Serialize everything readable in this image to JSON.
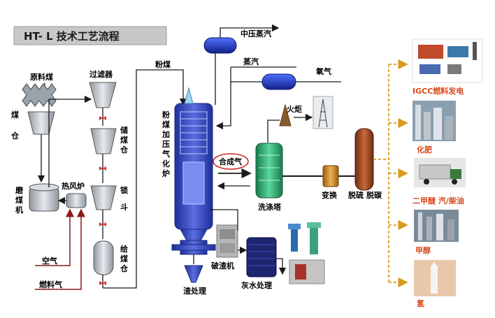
{
  "title": "HT- L 技术工艺流程",
  "labels": {
    "raw_coal": "原料煤",
    "coal_bin_1": "煤",
    "coal_bin_2": "仓",
    "filter": "过滤器",
    "storage_bin": [
      "储",
      "煤",
      "仓"
    ],
    "lock_hopper": [
      "锁",
      "斗"
    ],
    "feed_bin": [
      "给",
      "煤",
      "仓"
    ],
    "mill": [
      "磨",
      "煤",
      "机"
    ],
    "hot_air_furnace": "热风炉",
    "air": "空气",
    "fuel_gas": "燃料气",
    "pulverized_coal": "粉煤",
    "mp_steam": "中压蒸汽",
    "steam": "蒸汽",
    "oxygen": "氧气",
    "gasifier": [
      "粉",
      "煤",
      "加",
      "压",
      "气",
      "化",
      "炉"
    ],
    "syngas": "合成气",
    "flare": "火炬",
    "scrubber": "洗涤塔",
    "shift": "变换",
    "desulfur": "脱硫",
    "decarbon": "脱碳",
    "slag_treatment": "渣处理",
    "crusher": "破渣机",
    "ash_water": "灰水处理"
  },
  "products": [
    "IGCC燃料发电",
    "化肥",
    "二甲醚 汽/柴油",
    "甲醇",
    "氢"
  ],
  "colors": {
    "line": "#1a1a1a",
    "red_line": "#8b1a1a",
    "valve": "#e03030",
    "dashed_arrow": "#d99b1c",
    "product_text": "#d84a1b",
    "gasifier_blue": "#3a4fc4",
    "scrubber_green": "#2aa86a",
    "tank_gray": "#b8c0c8",
    "header_blue": "#1e3fbf",
    "title_bg": "#c8c8c8"
  }
}
